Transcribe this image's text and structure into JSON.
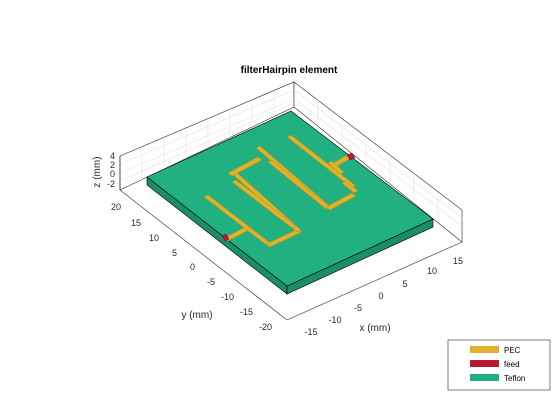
{
  "figure": {
    "title": "filterHairpin element"
  },
  "axes": {
    "xlabel": "x (mm)",
    "ylabel": "y (mm)",
    "zlabel": "z (mm)",
    "x_ticks": [
      "-15",
      "-10",
      "-5",
      "0",
      "5",
      "10",
      "15"
    ],
    "y_ticks": [
      "20",
      "15",
      "10",
      "5",
      "0",
      "-5",
      "-10",
      "-15",
      "-20"
    ],
    "z_ticks": [
      "4",
      "2",
      "0",
      "-2"
    ],
    "grid": true
  },
  "legend": {
    "placement": "bottom-right",
    "items": [
      {
        "label": "PEC",
        "color": "#dfb22c"
      },
      {
        "label": "feed",
        "color": "#b81a33"
      },
      {
        "label": "Teflon",
        "color": "#21b07f"
      }
    ]
  },
  "colors": {
    "substrate_top": "#21b07f",
    "substrate_side": "#1a8f66",
    "conductor": "#dfb22c",
    "feed": "#b81a33",
    "grid": "#e3e3e3",
    "axis": "#262626"
  }
}
